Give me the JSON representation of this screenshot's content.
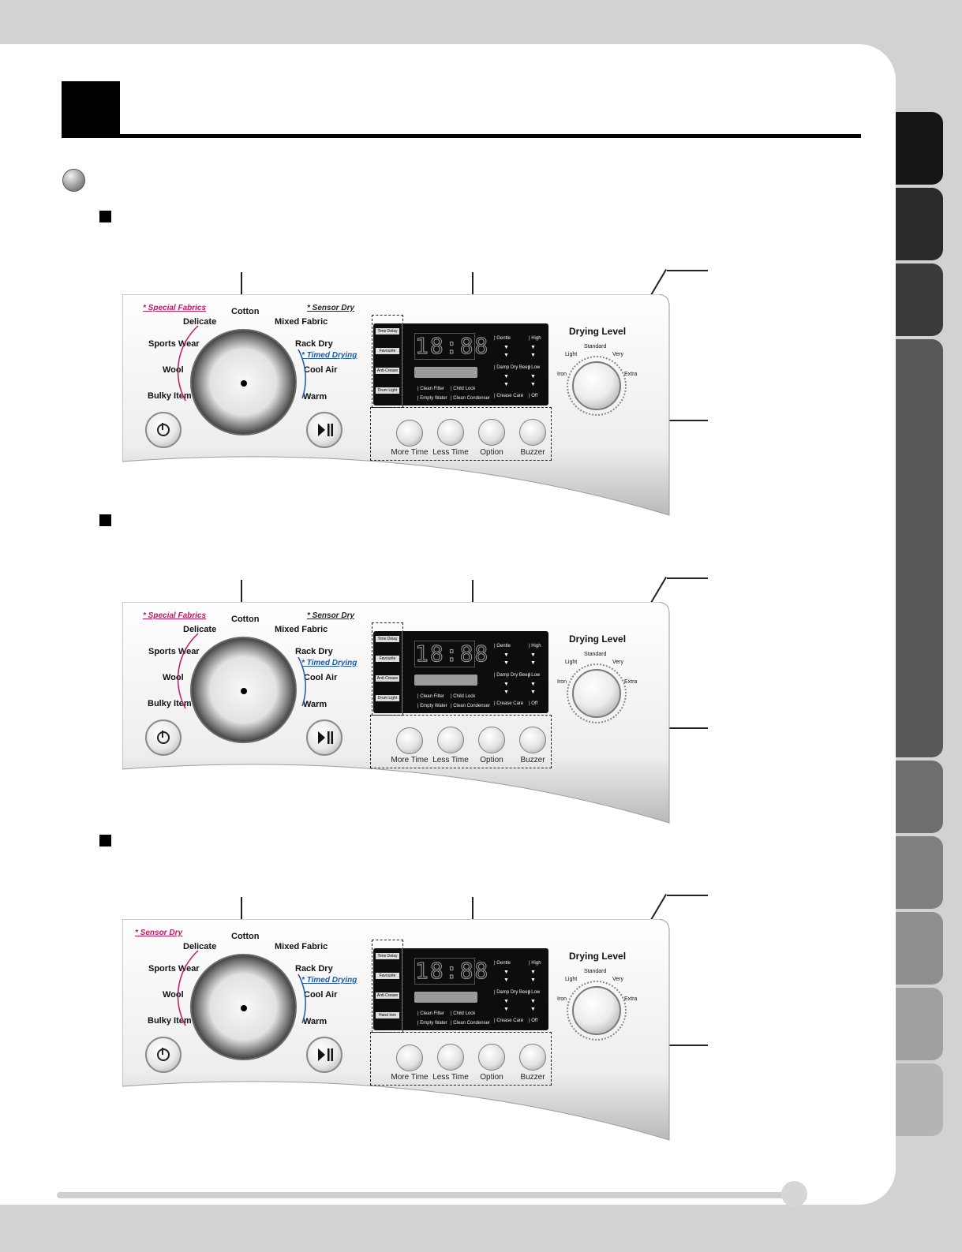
{
  "theme": {
    "tabs": [
      "#151515",
      "#2a2a2a",
      "#3a3a3a",
      "#585858",
      "#6e6e6e",
      "#7f7f7f",
      "#8f8f8f",
      "#a0a0a0",
      "#b4b4b4"
    ],
    "pink": "#c2185b",
    "blue": "#1e5aa8"
  },
  "panels": [
    {
      "special_fabrics": "* Special Fabrics",
      "sensor_dry": "* Sensor Dry",
      "cotton": "Cotton",
      "delicate": "Delicate",
      "mixed_fabric": "Mixed Fabric",
      "sports_wear": "Sports Wear",
      "rack_dry": "Rack Dry",
      "timed_drying": "* Timed Drying",
      "wool": "Wool",
      "cool_air": "Cool Air",
      "bulky_item": "Bulky Item",
      "warm": "Warm",
      "display": "18:88",
      "lcd_tags": [
        "Time Delay",
        "Favourite",
        "Anti-Crease",
        "Drum Light"
      ],
      "gentle": "| Gentle",
      "high": "| High",
      "damp_dry_beep": "| Damp Dry Beep",
      "low": "| Low",
      "clean_filter": "| Clean Filter",
      "child_lock": "| Child Lock",
      "empty_water": "| Empty Water",
      "clean_condenser": "| Clean Condenser",
      "crease_care": "| Crease Care",
      "off": "| Off",
      "drying_level": "Drying Level",
      "standard": "Standard",
      "light": "Light",
      "very": "Very",
      "iron": "Iron",
      "extra": "Extra",
      "buttons": [
        "More Time",
        "Less Time",
        "Option",
        "Buzzer"
      ]
    },
    {
      "special_fabrics": "* Special Fabrics",
      "sensor_dry": "* Sensor Dry",
      "cotton": "Cotton",
      "delicate": "Delicate",
      "mixed_fabric": "Mixed Fabric",
      "sports_wear": "Sports Wear",
      "rack_dry": "Rack Dry",
      "timed_drying": "* Timed Drying",
      "wool": "Wool",
      "cool_air": "Cool Air",
      "bulky_item": "Bulky Item",
      "warm": "Warm",
      "display": "18:88",
      "lcd_tags": [
        "Time Delay",
        "Favourite",
        "Anti-Crease",
        "Drum Light"
      ],
      "gentle": "| Gentle",
      "high": "| High",
      "damp_dry_beep": "| Damp Dry Beep",
      "low": "| Low",
      "clean_filter": "| Clean Filter",
      "child_lock": "| Child Lock",
      "empty_water": "| Empty Water",
      "clean_condenser": "| Clean Condenser",
      "crease_care": "| Crease Care",
      "off": "| Off",
      "drying_level": "Drying Level",
      "standard": "Standard",
      "light": "Light",
      "very": "Very",
      "iron": "Iron",
      "extra": "Extra",
      "buttons": [
        "More Time",
        "Less Time",
        "Option",
        "Buzzer"
      ]
    },
    {
      "special_fabrics": "",
      "sensor_dry": "* Sensor Dry",
      "cotton": "Cotton",
      "delicate": "Delicate",
      "mixed_fabric": "Mixed Fabric",
      "sports_wear": "Sports Wear",
      "rack_dry": "Rack Dry",
      "timed_drying": "* Timed Drying",
      "wool": "Wool",
      "cool_air": "Cool Air",
      "bulky_item": "Bulky Item",
      "warm": "Warm",
      "display": "18:88",
      "lcd_tags": [
        "Time Delay",
        "Favourite",
        "Anti-Crease",
        "Hand Iron"
      ],
      "gentle": "| Gentle",
      "high": "| High",
      "damp_dry_beep": "| Damp Dry Beep",
      "low": "| Low",
      "clean_filter": "| Clean Filter",
      "child_lock": "| Child Lock",
      "empty_water": "| Empty Water",
      "clean_condenser": "| Clean Condenser",
      "crease_care": "| Crease Care",
      "off": "| Off",
      "drying_level": "Drying Level",
      "standard": "Standard",
      "light": "Light",
      "very": "Very",
      "iron": "Iron",
      "extra": "Extra",
      "buttons": [
        "More Time",
        "Less Time",
        "Option",
        "Buzzer"
      ]
    }
  ]
}
